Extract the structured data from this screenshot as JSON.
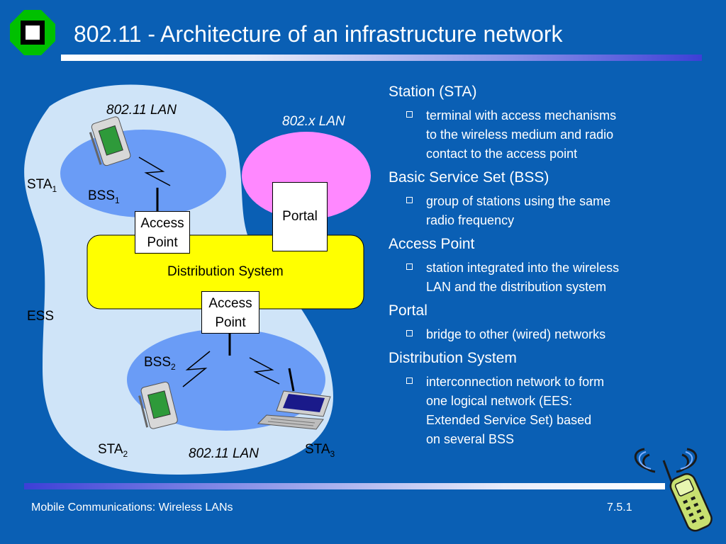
{
  "header": {
    "title": "802.11 - Architecture of an infrastructure network"
  },
  "diagram": {
    "lan_top": "802.11 LAN",
    "lan_bottom": "802.11 LAN",
    "lan_x": "802.x LAN",
    "sta1": {
      "base": "STA",
      "sub": "1"
    },
    "sta2": {
      "base": "STA",
      "sub": "2"
    },
    "sta3": {
      "base": "STA",
      "sub": "3"
    },
    "bss1": {
      "base": "BSS",
      "sub": "1"
    },
    "bss2": {
      "base": "BSS",
      "sub": "2"
    },
    "ess": "ESS",
    "access_point_1": {
      "line1": "Access",
      "line2": "Point"
    },
    "access_point_2": {
      "line1": "Access",
      "line2": "Point"
    },
    "portal": "Portal",
    "distribution_system": "Distribution System",
    "colors": {
      "ess_region": "#cfe4f8",
      "bss": "#6a9cf6",
      "lan_x": "#ff88ff",
      "ds": "#ffff00"
    }
  },
  "definitions": [
    {
      "term": "Station (STA)",
      "text": [
        "terminal with access mechanisms",
        "to the wireless medium and radio",
        "contact to the access point"
      ]
    },
    {
      "term": "Basic Service Set (BSS)",
      "text": [
        "group of stations using the same",
        "radio frequency"
      ]
    },
    {
      "term": "Access Point",
      "text": [
        "station integrated into the wireless",
        "LAN and the distribution system"
      ]
    },
    {
      "term": "Portal",
      "text": [
        "bridge to other (wired) networks"
      ]
    },
    {
      "term": "Distribution System",
      "text": [
        "interconnection network to form",
        "one logical network (EES:",
        "Extended Service Set) based",
        "on several BSS"
      ]
    }
  ],
  "footer": {
    "left": "Mobile Communications: Wireless LANs",
    "right": "7.5.1"
  }
}
